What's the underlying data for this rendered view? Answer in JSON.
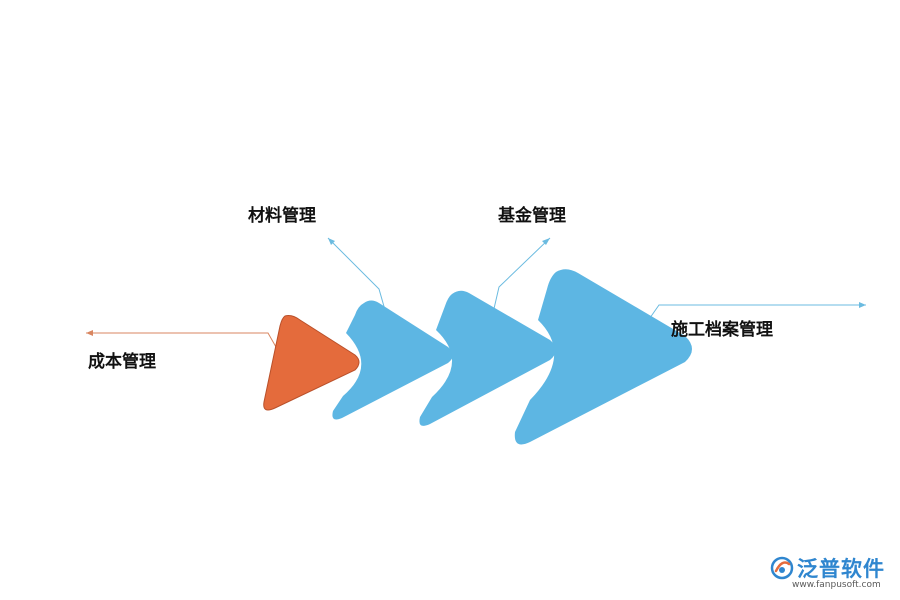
{
  "diagram": {
    "labels": {
      "cost": "成本管理",
      "material": "材料管理",
      "fund": "基金管理",
      "archive": "施工档案管理"
    },
    "colors": {
      "orange": "#e46b3c",
      "blue": "#5db6e3",
      "orange_line": "#d98660",
      "blue_line": "#6bbbe0"
    }
  },
  "logo": {
    "name": "泛普软件",
    "url": "www.fanpusoft.com"
  }
}
